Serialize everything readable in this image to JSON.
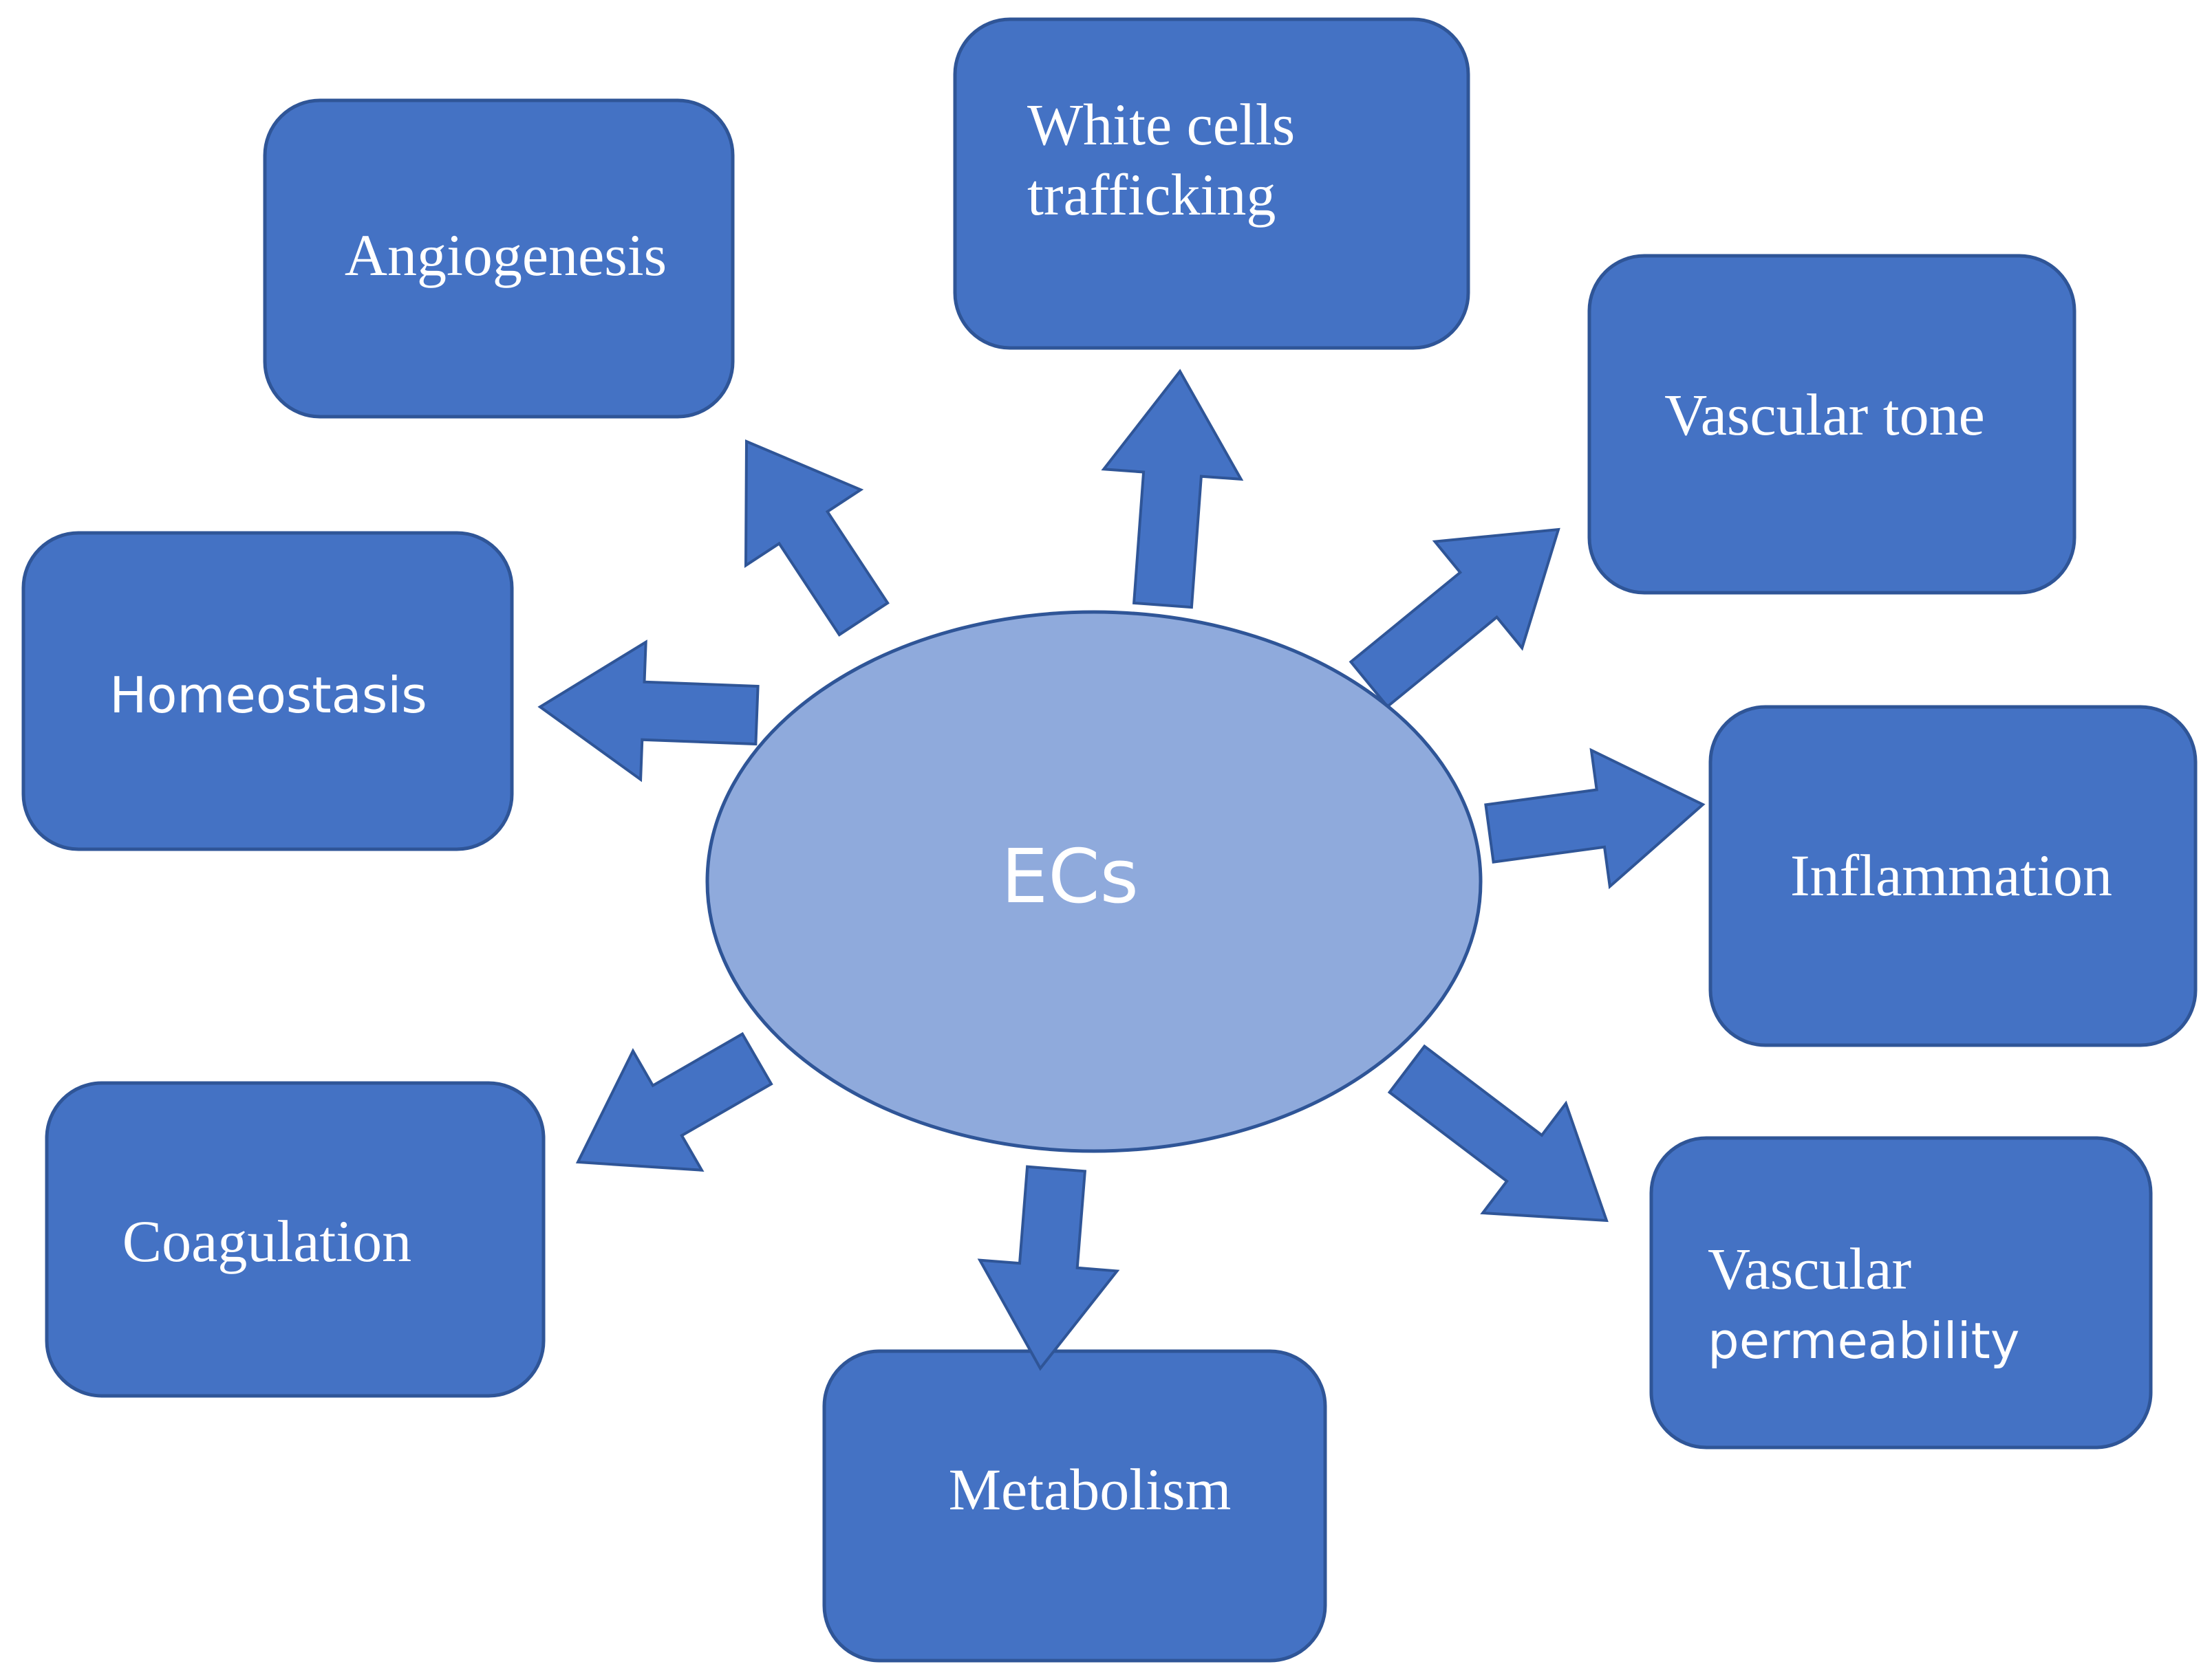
{
  "center": {
    "label": "ECs"
  },
  "nodes": {
    "white_cells": {
      "line1": "White cells",
      "line2": "trafficking"
    },
    "angiogenesis": {
      "label": "Angiogenesis"
    },
    "vascular_tone": {
      "label": "Vascular tone"
    },
    "homeostasis": {
      "label": "Homeostasis"
    },
    "inflammation": {
      "label": "Inflammation"
    },
    "coagulation": {
      "label": "Coagulation"
    },
    "vascular_permeability": {
      "line1": "Vascular",
      "line2": "permeability"
    },
    "metabolism": {
      "label": "Metabolism"
    }
  },
  "colors": {
    "box_fill": "#4472C4",
    "ellipse_fill": "#8FAADC",
    "text": "#FFFFFF"
  }
}
